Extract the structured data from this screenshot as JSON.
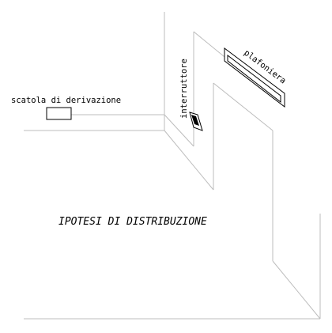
{
  "labels": {
    "junction_box": "scatola di derivazione",
    "switch": "interruttore",
    "ceiling_light": "plafoniera",
    "title": "IPOTESI DI DISTRIBUZIONE"
  }
}
